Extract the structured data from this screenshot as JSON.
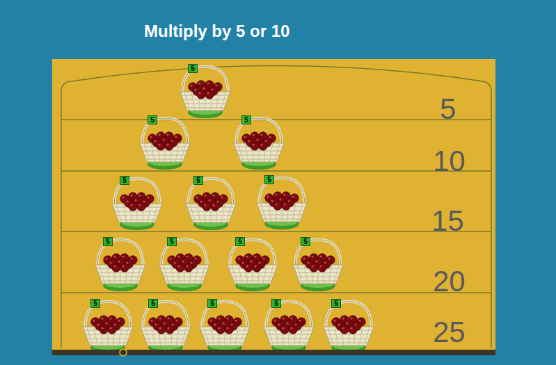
{
  "diagram": {
    "title": "Multiply by 5 or 10",
    "nodes": [
      {
        "text": [
          "5"
        ]
      },
      {
        "text": [
          "5"
        ]
      },
      {
        "text": [
          "5"
        ]
      },
      {
        "text": [
          "5"
        ]
      },
      {
        "text": [
          "5"
        ]
      },
      {
        "text": [
          "5"
        ]
      },
      {
        "text": [
          "5"
        ]
      },
      {
        "text": [
          "5"
        ]
      },
      {
        "text": [
          "5"
        ]
      },
      {
        "text": [
          "5"
        ]
      },
      {
        "text": [
          "5"
        ]
      },
      {
        "text": [
          "5"
        ]
      },
      {
        "text": [
          "5"
        ]
      },
      {
        "text": [
          "5"
        ]
      },
      {
        "text": [
          "5"
        ]
      }
    ],
    "labels": [
      "5",
      "10",
      "15",
      "20",
      "25"
    ]
  }
}
